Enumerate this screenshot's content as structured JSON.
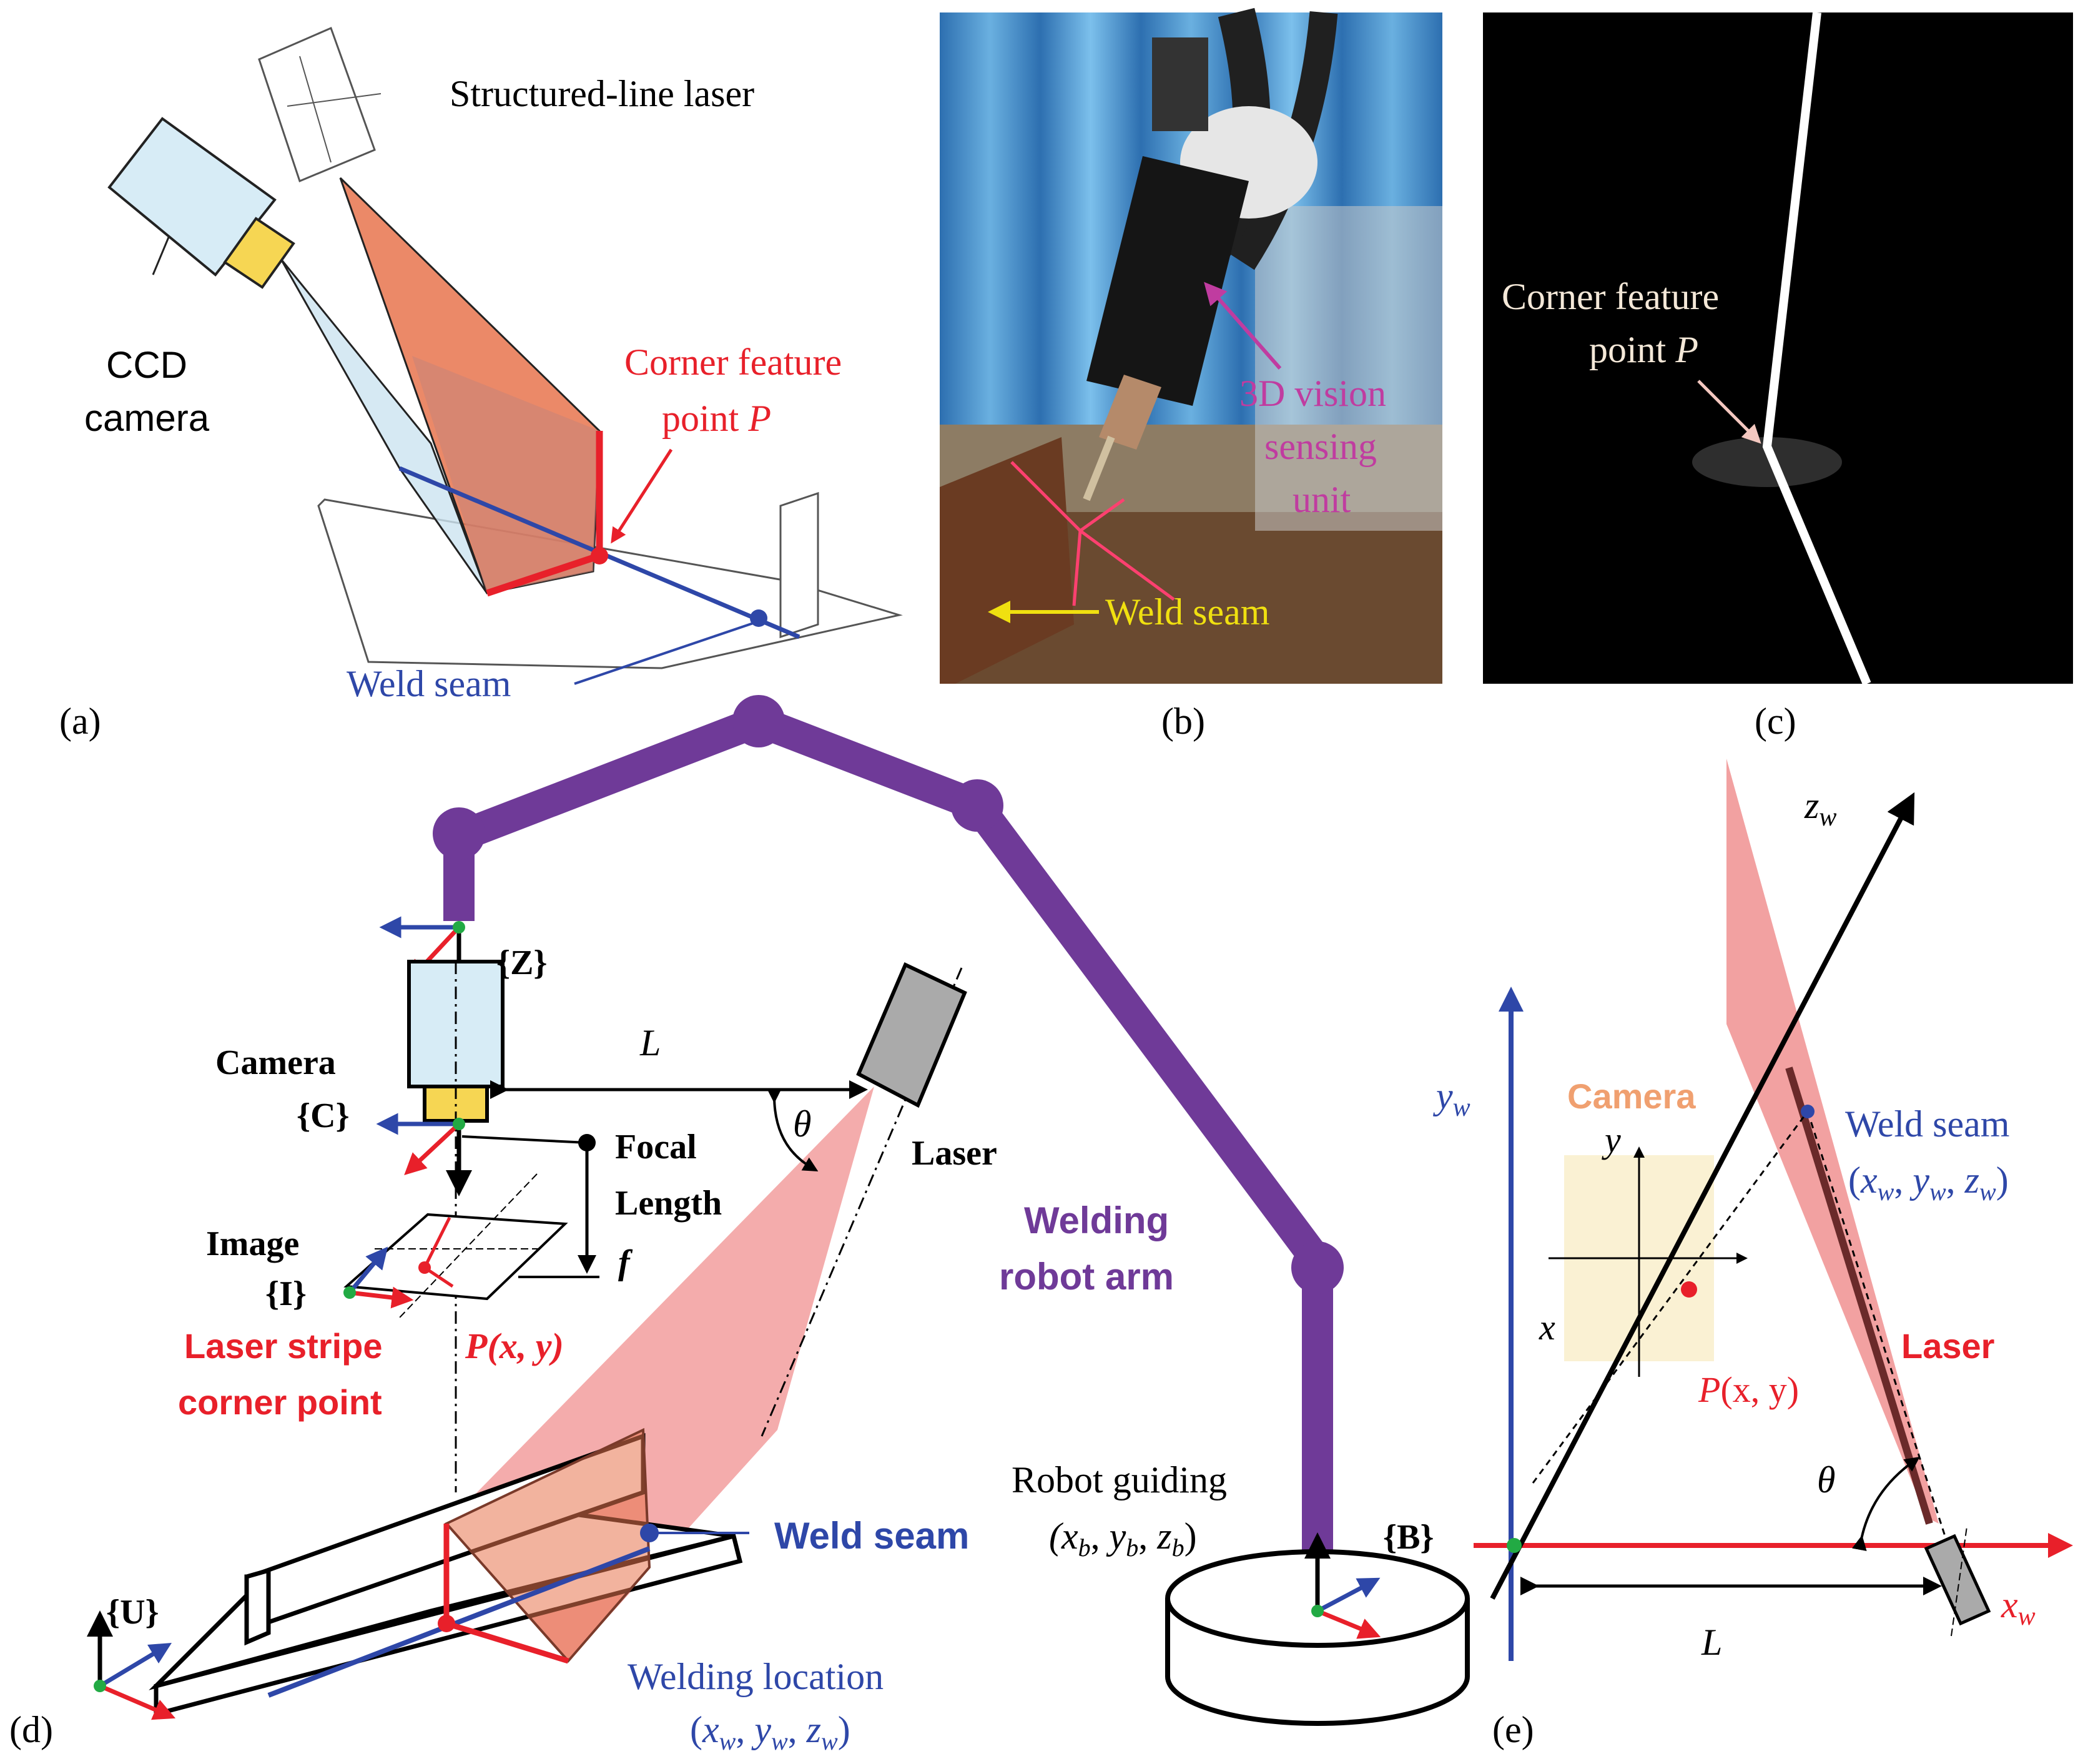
{
  "panel_labels": {
    "a": "(a)",
    "b": "(b)",
    "c": "(c)",
    "d": "(d)",
    "e": "(e)"
  },
  "colors": {
    "blue": "#2e47a8",
    "red": "#e8202a",
    "purple": "#6f3a98",
    "magenta": "#c03ca0",
    "yellow": "#f0e010",
    "orange": "#f0a070",
    "black": "#000000",
    "camera_fill": "#d7ecf6",
    "lens_fill": "#f6d653",
    "laser_fill": "#aaaaaa"
  },
  "panel_a": {
    "laser_label": "Structured-line laser",
    "camera_label_1": "CCD",
    "camera_label_2": "camera",
    "corner_label_1": "Corner feature",
    "corner_label_2": "point ",
    "corner_label_p": "P",
    "seam_label": "Weld seam"
  },
  "panel_b": {
    "sensor_label_1": "3D vision",
    "sensor_label_2": "sensing",
    "sensor_label_3": "unit",
    "seam_label": "Weld seam"
  },
  "panel_c": {
    "corner_label_1": "Corner feature",
    "corner_label_2": "point ",
    "corner_label_p": "P"
  },
  "panel_d": {
    "frame_z": "{Z}",
    "camera_label": "Camera",
    "frame_c": "{C}",
    "distance_L": "L",
    "theta": "θ",
    "focal_1": "Focal",
    "focal_2": "Length",
    "focal_f": "f",
    "laser_label": "Laser",
    "image_label": "Image",
    "frame_i": "{I}",
    "stripe_1": "Laser stripe",
    "stripe_2": "corner point",
    "point_p": "P",
    "point_coords": "(x, y)",
    "arm_label_1": "Welding",
    "arm_label_2": "robot arm",
    "guiding_label": "Robot guiding",
    "guiding_coords": "(x",
    "frame_b": "{B}",
    "frame_u": "{U}",
    "seam_label": "Weld seam",
    "location_label": "Welding location"
  },
  "panel_e": {
    "z_axis": "z",
    "y_axis": "y",
    "x_axis": "x",
    "axis_sub": "w",
    "camera_label": "Camera",
    "img_y": "y",
    "img_x": "x",
    "seam_label": "Weld seam",
    "point_p": "P",
    "point_coords": "(x, y)",
    "laser_label": "Laser",
    "theta": "θ",
    "distance_L": "L"
  }
}
